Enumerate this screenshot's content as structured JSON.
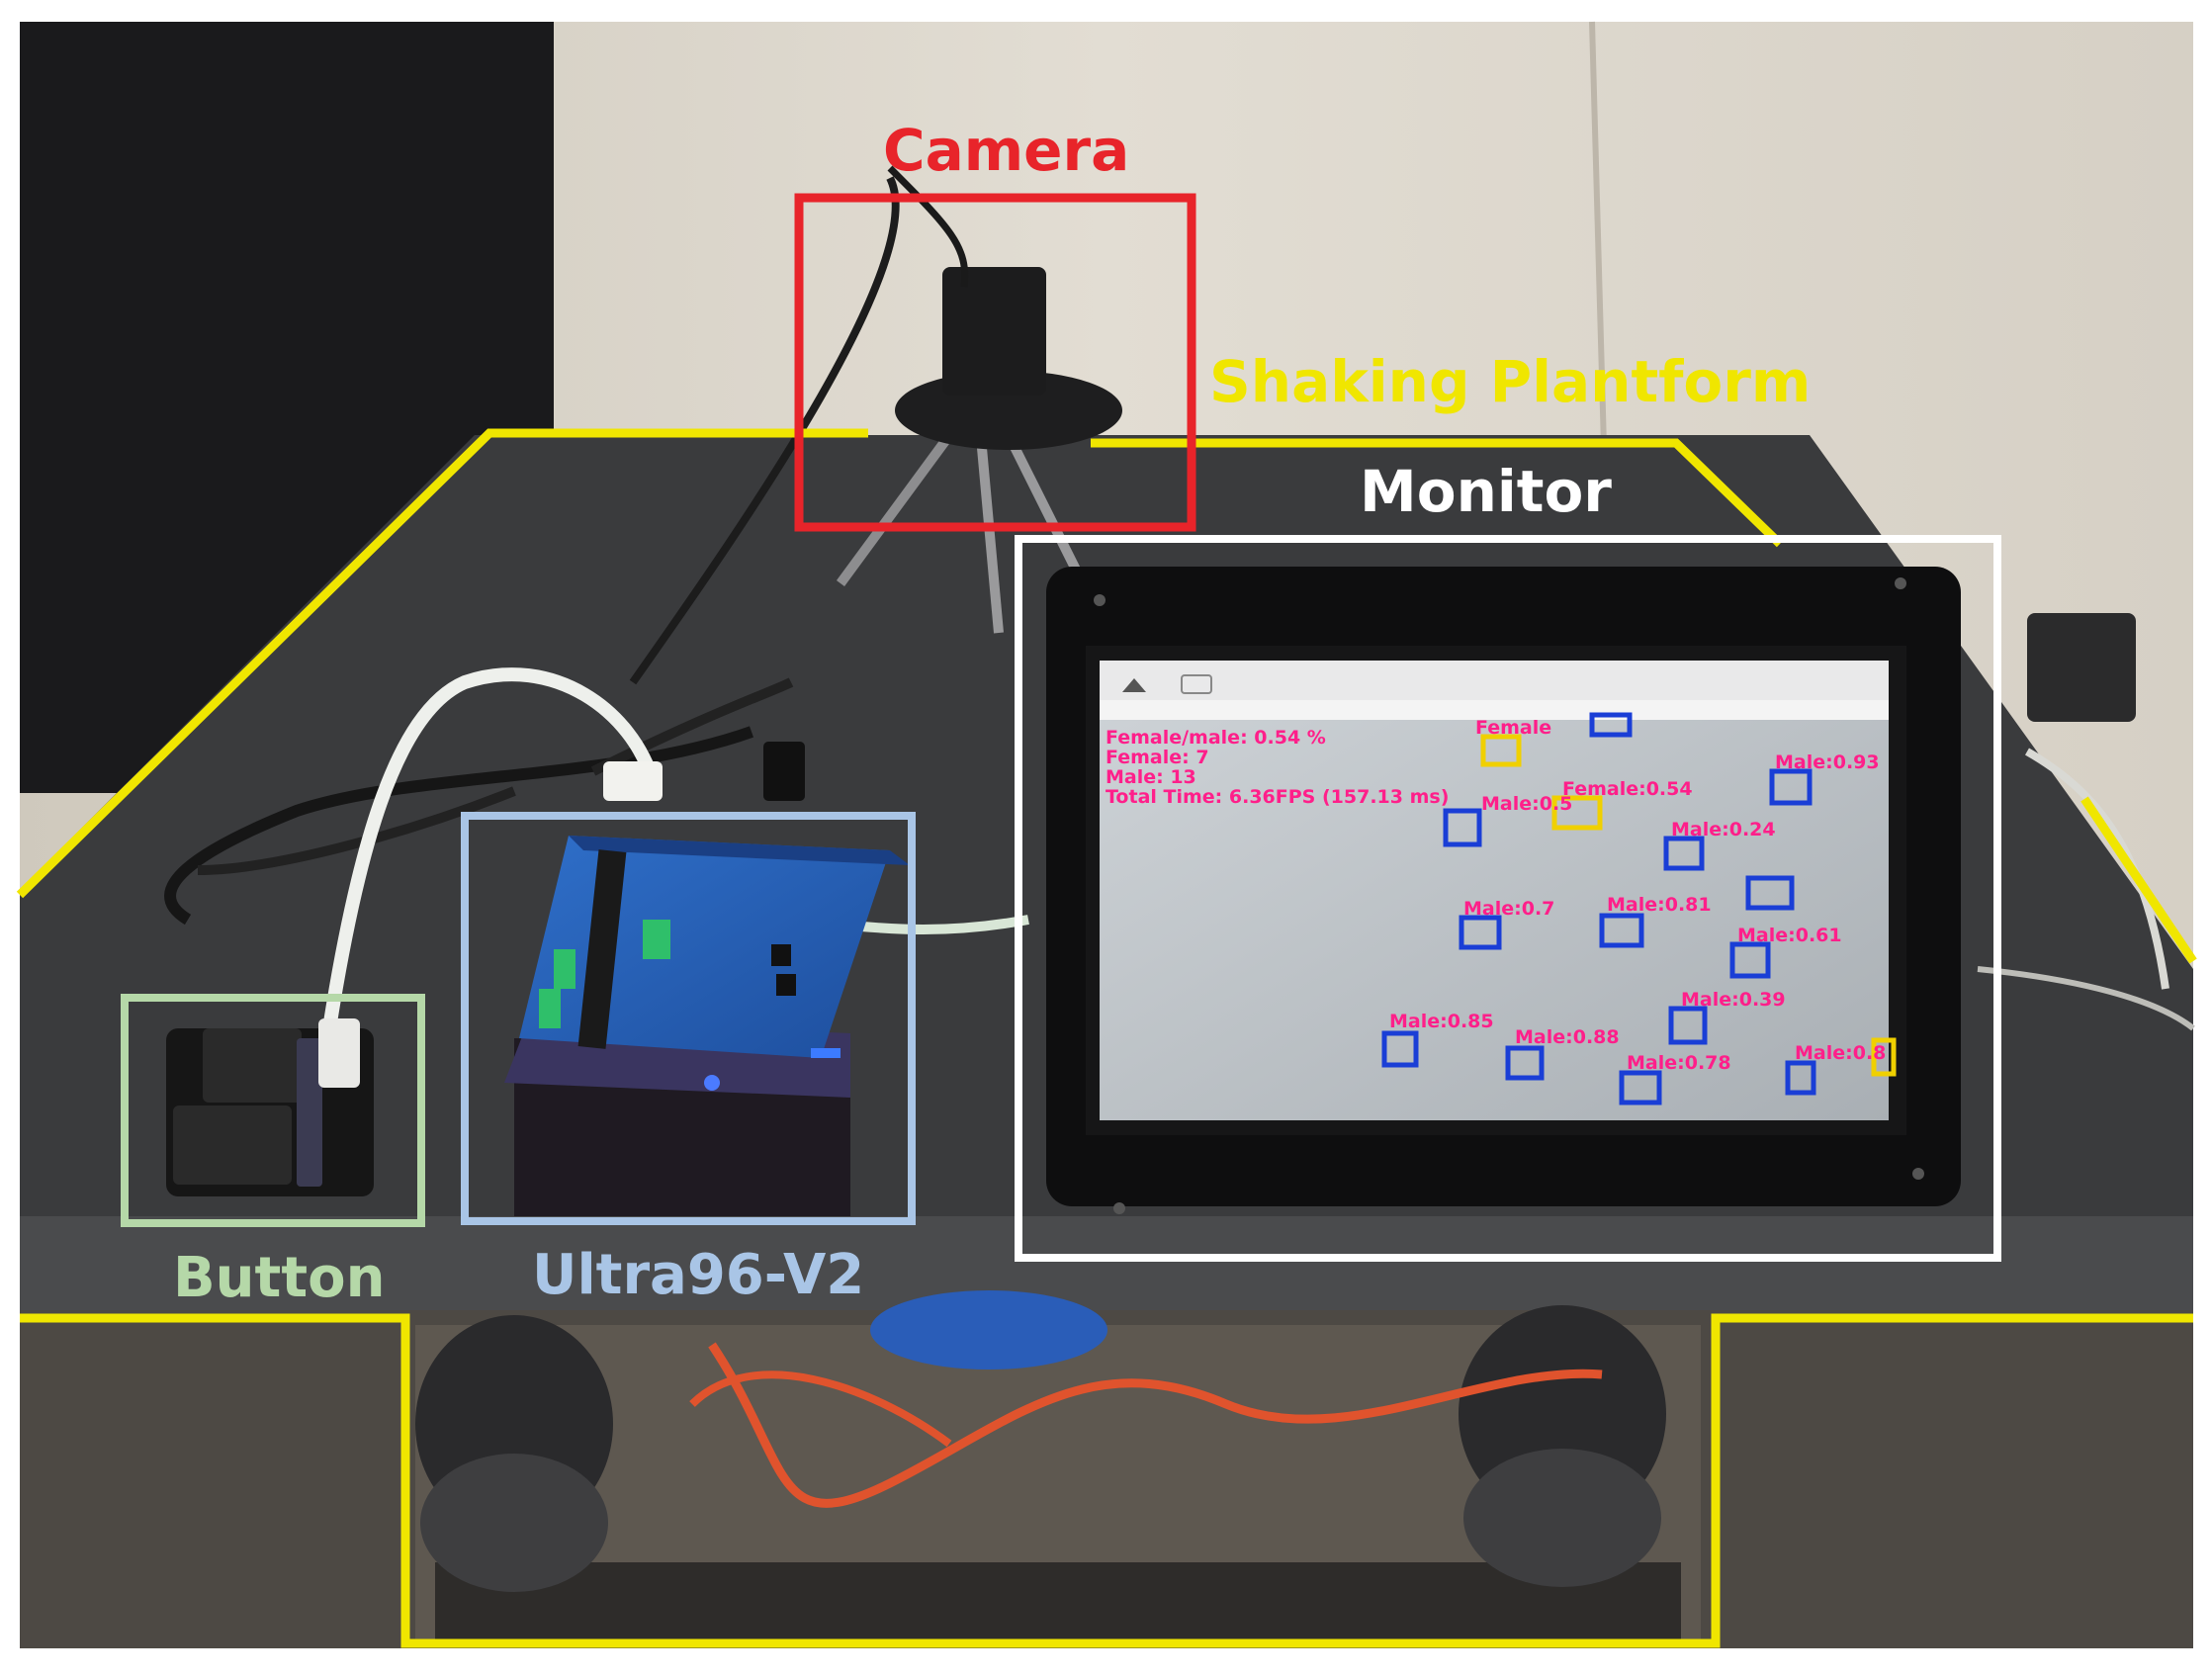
{
  "annotations": {
    "camera": {
      "label": "Camera",
      "color": "#e8242a"
    },
    "platform": {
      "label": "Shaking Plantform",
      "color": "#f0e600"
    },
    "monitor": {
      "label": "Monitor",
      "color": "#ffffff"
    },
    "button": {
      "label": "Button",
      "color": "#b5d8a8"
    },
    "board": {
      "label": "Ultra96-V2",
      "color": "#a9c5e6"
    }
  },
  "screen_overlay": {
    "text_color": "#ff1f8a",
    "box_colors": {
      "male": "#1a3ed6",
      "female": "#f0d000"
    },
    "stats": [
      "Female/male: 0.54  %",
      "Female: 7",
      "Male: 13",
      "Total Time: 6.36FPS (157.13 ms)"
    ],
    "detections": [
      "Female",
      "Male:0.5",
      "Female:0.54",
      "Male:0.93",
      "Male:0.24",
      "Male:0.7",
      "Male:0.81",
      "Male:0.61",
      "Male:0.39",
      "Male:0.85",
      "Male:0.88",
      "Male:0.78",
      "Male:0.8"
    ]
  }
}
